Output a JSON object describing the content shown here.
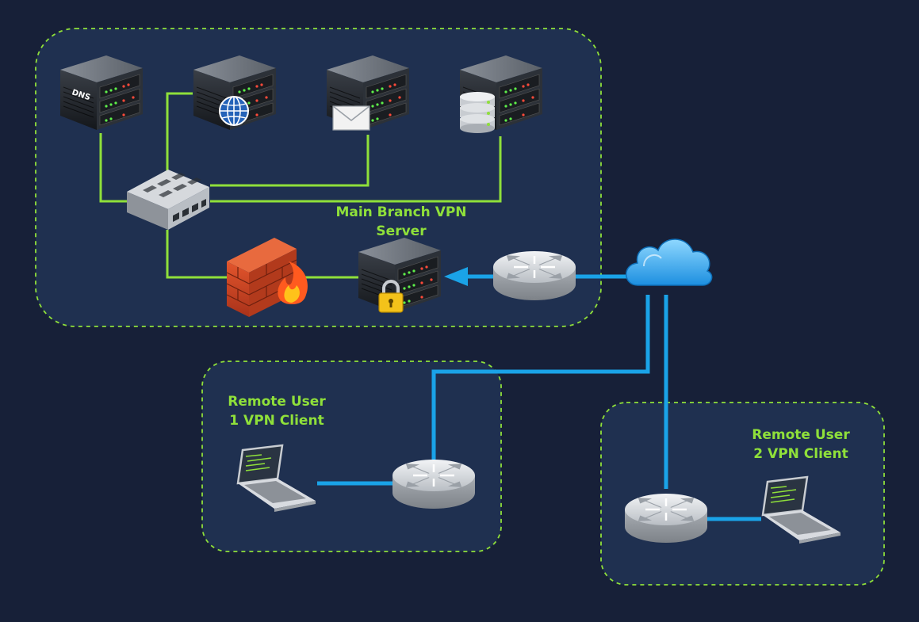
{
  "labels": {
    "main_branch_line1": "Main Branch VPN",
    "main_branch_line2": "Server",
    "remote1_line1": "Remote User",
    "remote1_line2": "1 VPN Client",
    "remote2_line1": "Remote User",
    "remote2_line2": "2 VPN Client",
    "dns_server_text": "DNS"
  },
  "colors": {
    "background": "#172038",
    "zone_fill": "#1f3050",
    "zone_border": "#8fe03a",
    "lan_link": "#8fe03a",
    "vpn_link": "#1aa3e8",
    "label_text": "#8fe03a"
  },
  "icons": [
    "dns-server-icon",
    "web-server-icon",
    "mail-server-icon",
    "database-server-icon",
    "switch-icon",
    "firewall-icon",
    "vpn-server-icon",
    "router-icon",
    "cloud-icon",
    "laptop-icon"
  ]
}
